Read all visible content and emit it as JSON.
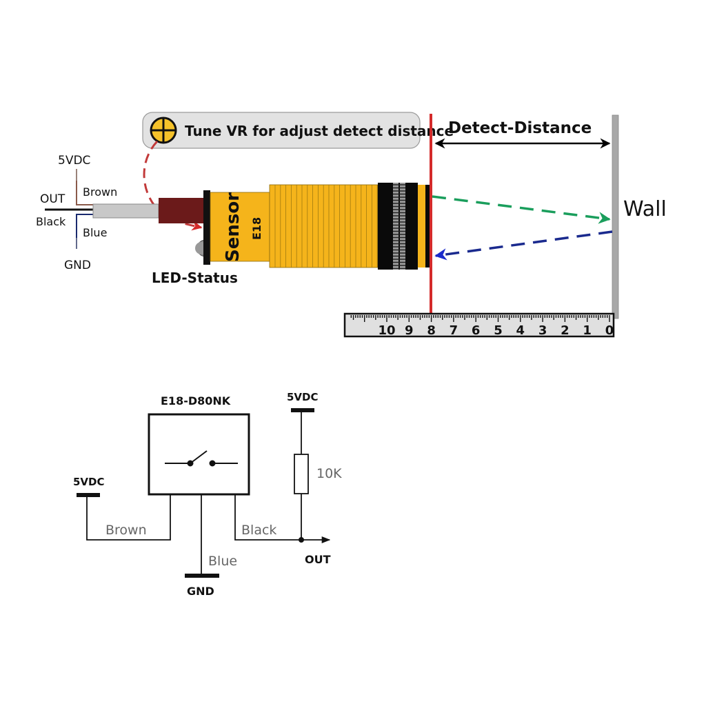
{
  "sensor_illustration": {
    "tooltip": "Tune VR for adjust detect distance",
    "detect_distance_label": "Detect-Distance",
    "wall_label": "Wall",
    "sensor_text": "Sensor",
    "model_short": "E18",
    "led_status_label": "LED-Status",
    "wires": {
      "vcc": "5VDC",
      "out": "OUT",
      "gnd": "GND",
      "brown": "Brown",
      "black": "Black",
      "blue": "Blue"
    },
    "ruler_labels": [
      "10",
      "9",
      "8",
      "7",
      "6",
      "5",
      "4",
      "3",
      "2",
      "1",
      "0"
    ],
    "ruler_marker_value": 8,
    "colors": {
      "sensor_body": "#f5b41b",
      "cap": "#6b1a1a",
      "detect_line": "#d42a2a",
      "emit_ray": "#1a9e5c",
      "return_ray": "#1a2a9e",
      "wall": "#a8a8a8",
      "tooltip_bg": "#e2e2e2"
    }
  },
  "schematic": {
    "device_name": "E18-D80NK",
    "vcc_left": "5VDC",
    "vcc_right": "5VDC",
    "resistor_value": "10K",
    "gnd": "GND",
    "out": "OUT",
    "wire_brown": "Brown",
    "wire_blue": "Blue",
    "wire_black": "Black"
  }
}
